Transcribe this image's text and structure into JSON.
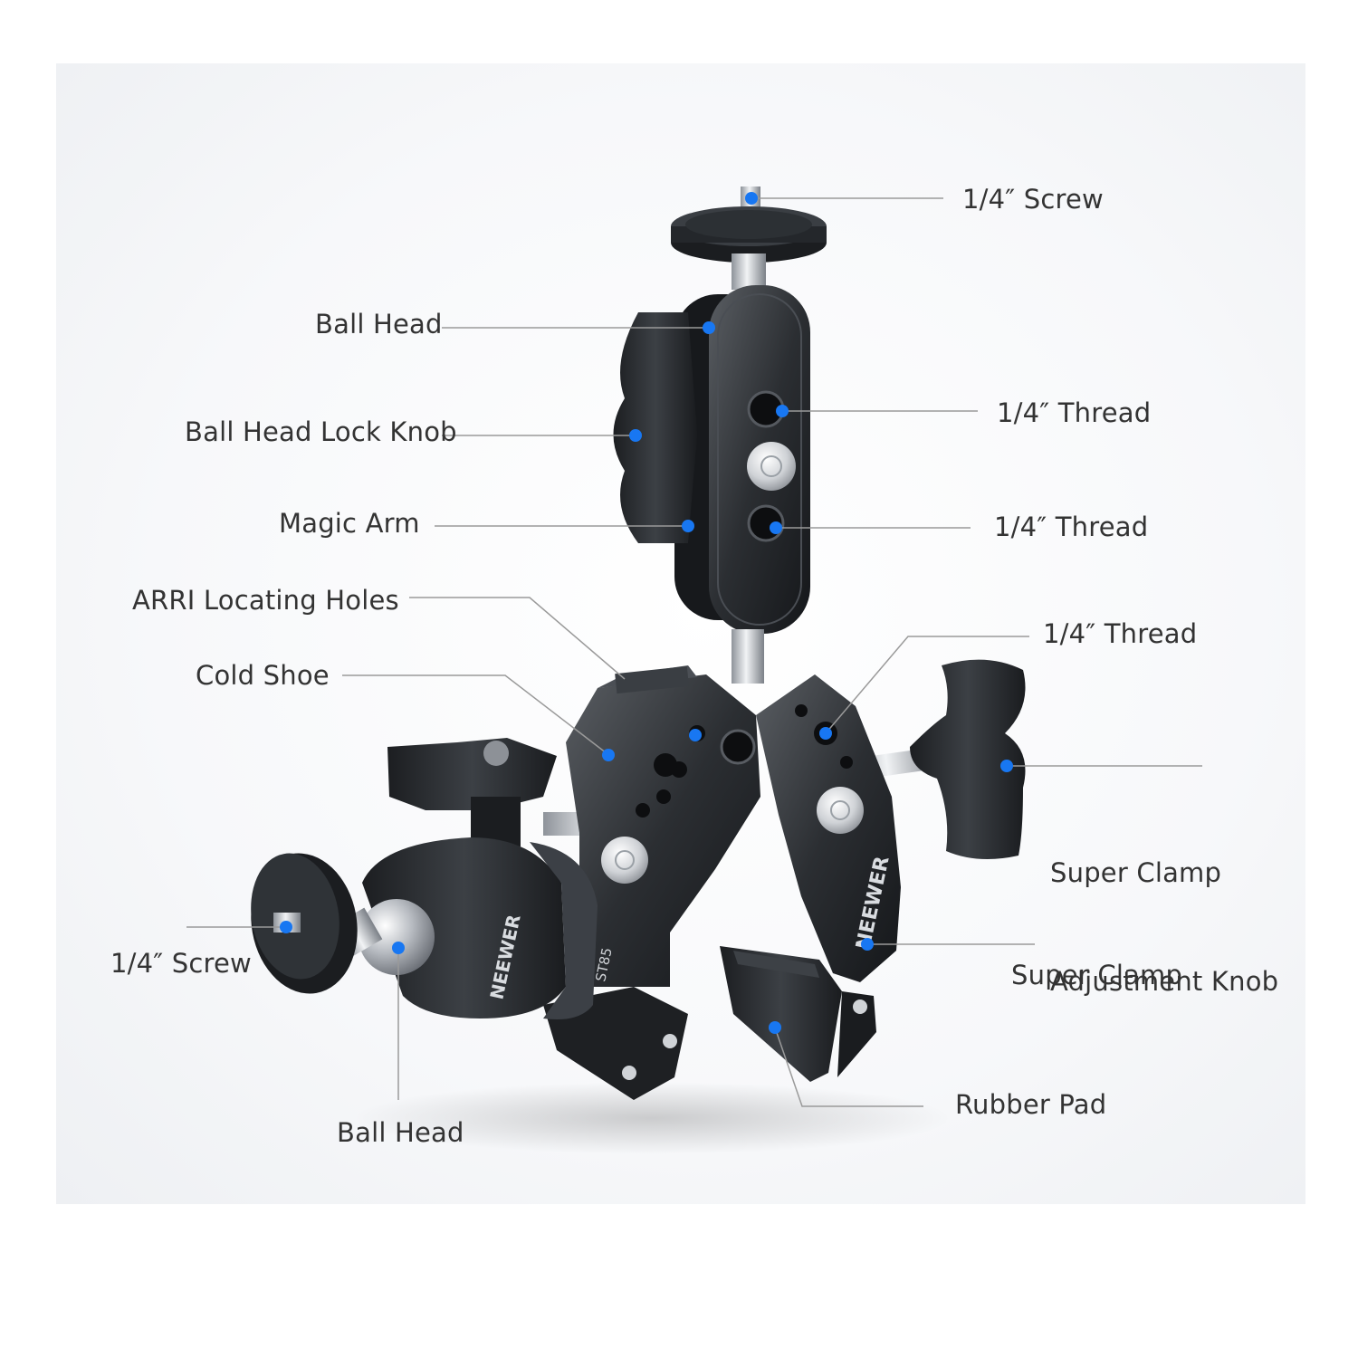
{
  "colors": {
    "callout_dot": "#1877f2",
    "leader_line": "#9a9a9a",
    "label_text": "#333333"
  },
  "product": {
    "brand_mark": "NEEWER",
    "brand_mark_clamp": "NEEWER",
    "model": "ST85"
  },
  "labels": {
    "screw_top": "1/4″ Screw",
    "ball_head_top": "Ball Head",
    "lock_knob": "Ball Head Lock Knob",
    "thread_1": "1/4″ Thread",
    "magic_arm": "Magic Arm",
    "thread_2": "1/4″ Thread",
    "arri_holes": "ARRI Locating Holes",
    "thread_3": "1/4″ Thread",
    "cold_shoe": "Cold Shoe",
    "adj_knob_line1": "Super Clamp",
    "adj_knob_line2": "Adjustment Knob",
    "screw_left": "1/4″ Screw",
    "super_clamp": "Super Clamp",
    "rubber_pad": "Rubber Pad",
    "ball_head_bottom": "Ball Head"
  }
}
